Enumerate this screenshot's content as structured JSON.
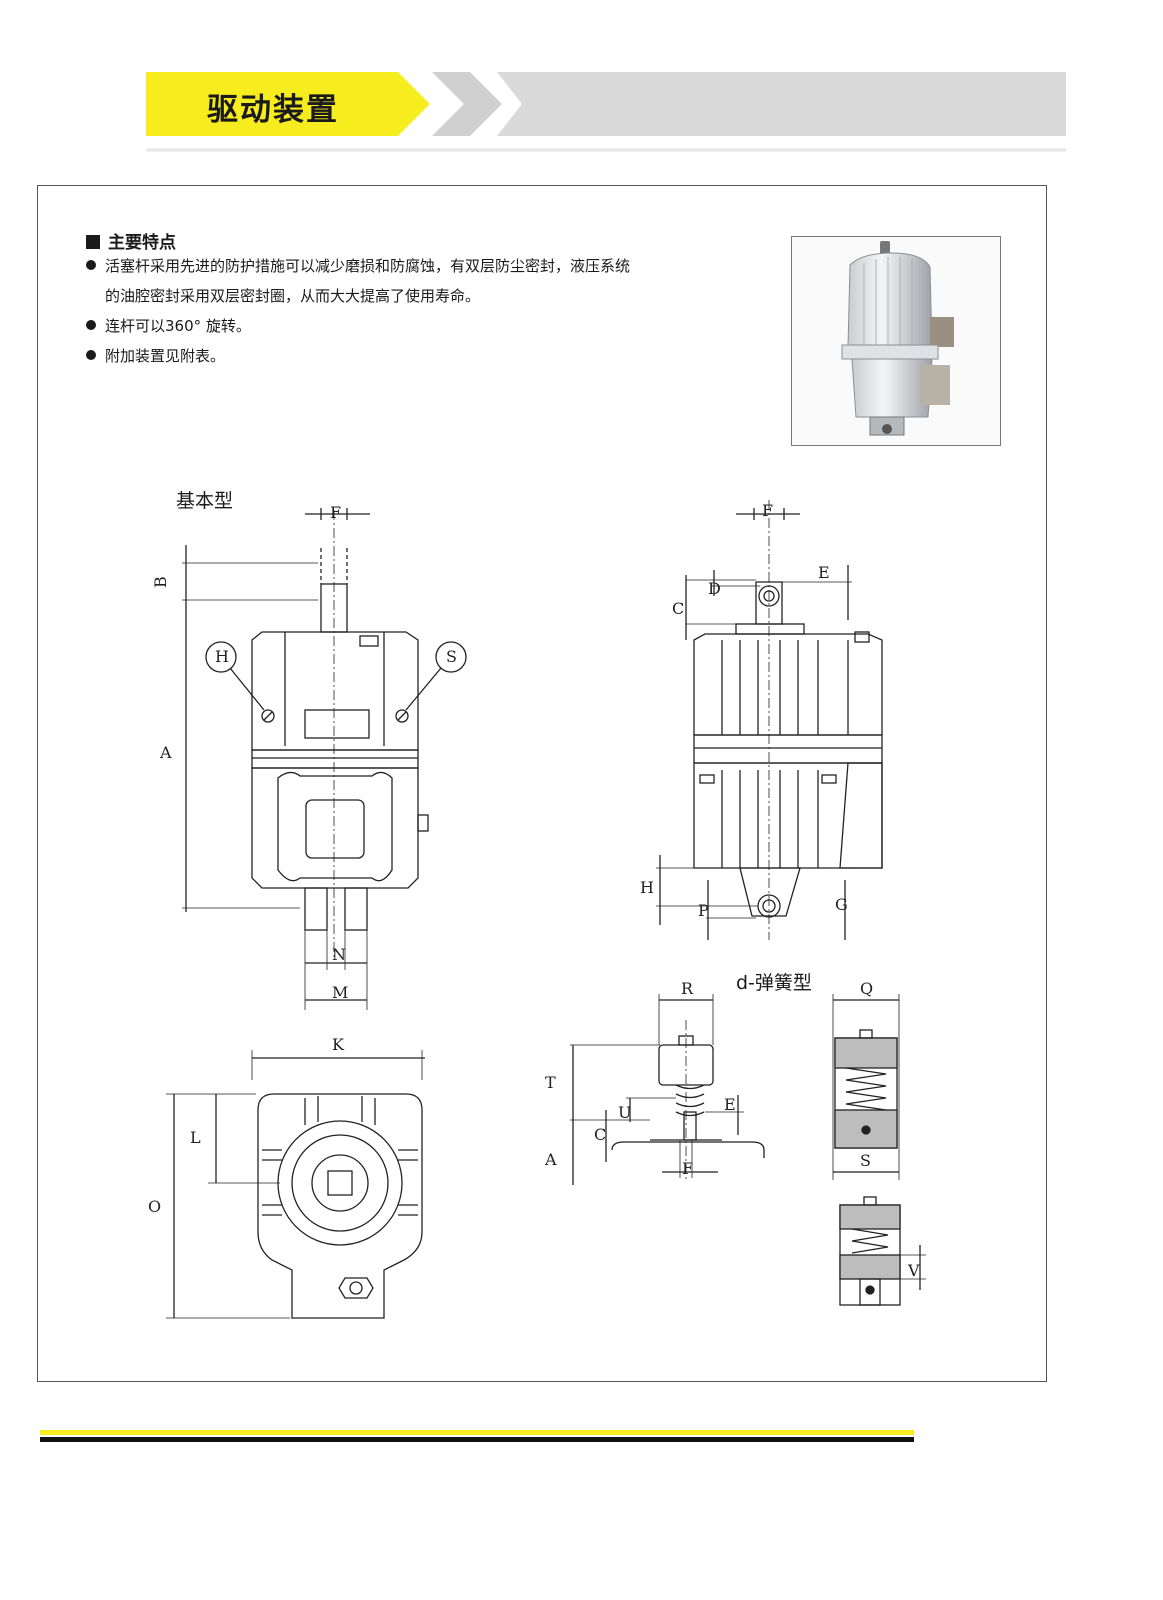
{
  "header": {
    "title": "驱动装置",
    "accent": "#f7ec1e",
    "chevron": "#d9d9d9"
  },
  "features": {
    "heading": "主要特点",
    "items": [
      {
        "line1": "活塞杆采用先进的防护措施可以减少磨损和防腐蚀，有双层防尘密封，液压系统",
        "line2": "的油腔密封采用双层密封圈，从而大大提高了使用寿命。"
      },
      {
        "line1": "连杆可以360° 旋转。",
        "line2": ""
      },
      {
        "line1": "附加装置见附表。",
        "line2": ""
      }
    ]
  },
  "drawings": {
    "basic_label": "基本型",
    "spring_label": "d-弹簧型",
    "dims": {
      "F": "F",
      "B": "B",
      "A": "A",
      "H": "H",
      "S": "S",
      "N": "N",
      "M": "M",
      "K": "K",
      "L": "L",
      "O": "O",
      "C": "C",
      "D": "D",
      "E": "E",
      "G": "G",
      "P": "P",
      "R": "R",
      "T": "T",
      "U": "U",
      "Q": "Q",
      "V": "V"
    }
  },
  "footer": {
    "yellow": "#f7ec1e",
    "black": "#111111"
  }
}
